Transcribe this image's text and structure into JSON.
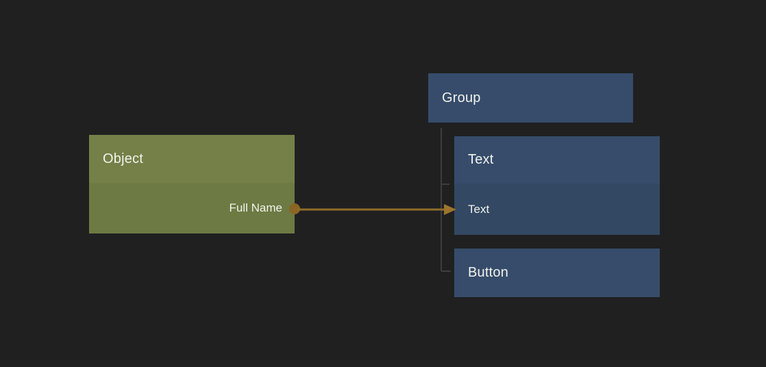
{
  "canvas": {
    "background": "#202021",
    "description": "node binding canvas"
  },
  "colors": {
    "object_header": "#748047",
    "object_body": "#6d7a43",
    "node_blue_header": "#364c6a",
    "node_blue_body": "#334862",
    "link": "#926d28",
    "port_dot": "#8a6524",
    "tree_line": "#3d3d3d",
    "text": "#f2f3ee"
  },
  "object_node": {
    "title": "Object",
    "field": "Full Name"
  },
  "group_node": {
    "title": "Group"
  },
  "text_node": {
    "title": "Text",
    "field": "Text"
  },
  "button_node": {
    "title": "Button"
  }
}
